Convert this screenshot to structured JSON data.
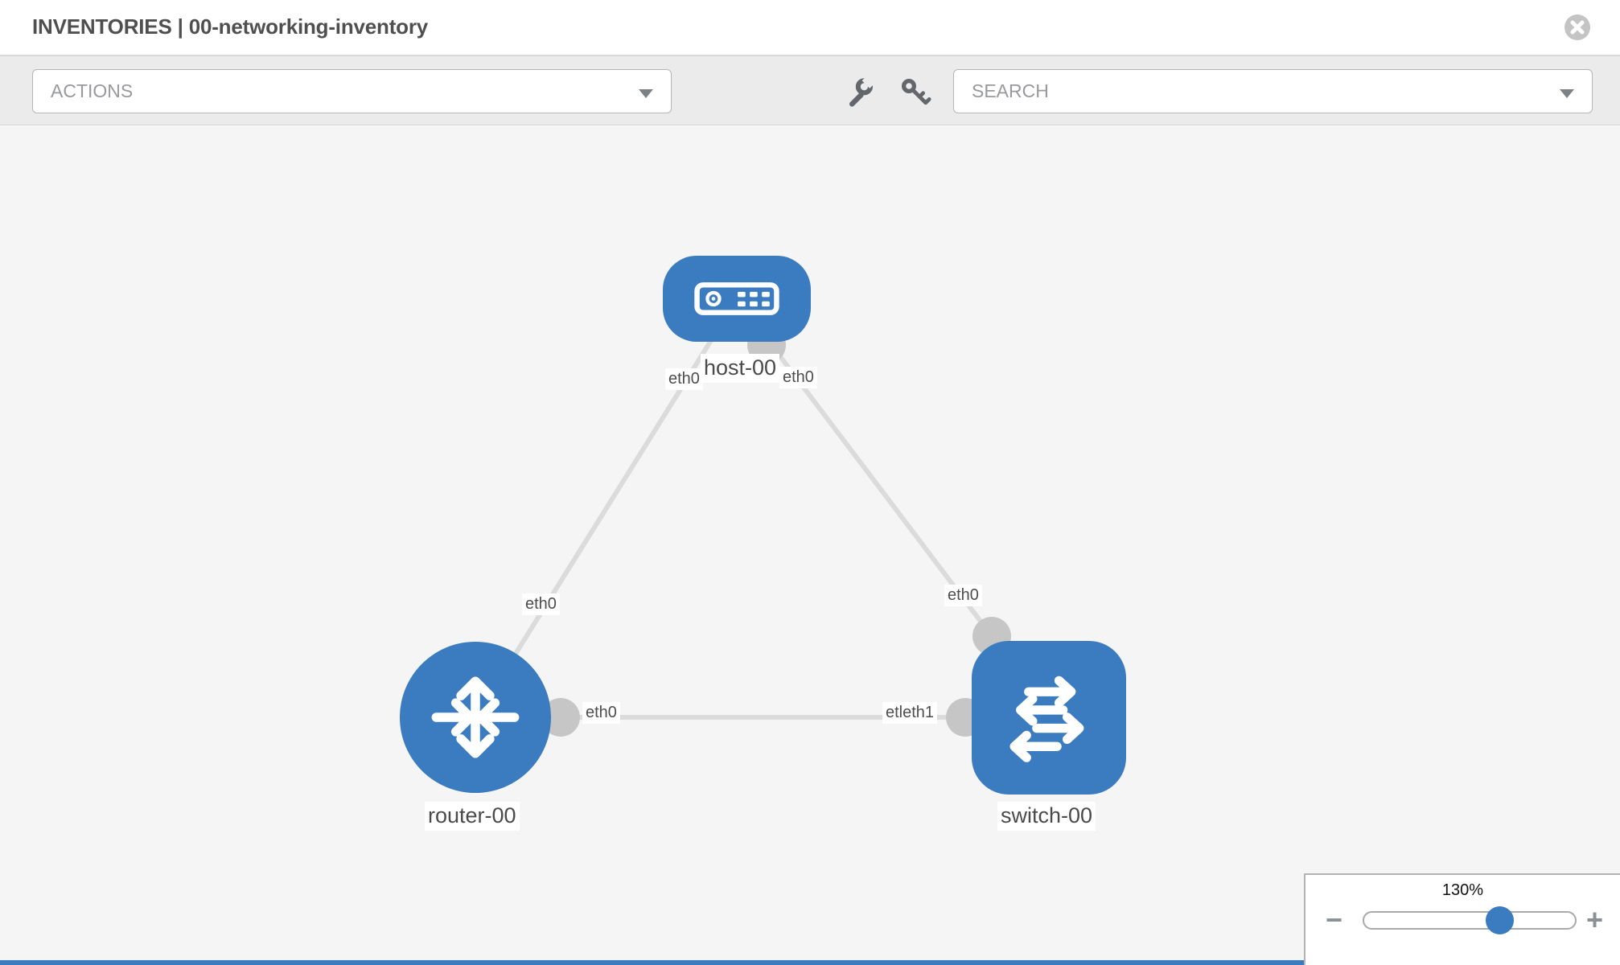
{
  "header": {
    "title": "INVENTORIES | 00-networking-inventory"
  },
  "toolbar": {
    "actions_label": "ACTIONS",
    "search_placeholder": "SEARCH",
    "icons": [
      "wrench-icon",
      "key-icon"
    ]
  },
  "topology": {
    "nodes": [
      {
        "label": "host-00",
        "type": "host"
      },
      {
        "label": "router-00",
        "type": "router"
      },
      {
        "label": "switch-00",
        "type": "switch"
      }
    ],
    "links": [
      {
        "from": "host-00",
        "to": "router-00"
      },
      {
        "from": "host-00",
        "to": "switch-00"
      },
      {
        "from": "router-00",
        "to": "switch-00"
      }
    ],
    "interface_labels": [
      "eth0",
      "eth0",
      "eth0",
      "eth0",
      "eth0",
      "etleth1"
    ]
  },
  "zoom_control": {
    "level": "130%",
    "zoom_out": "−",
    "zoom_in": "+"
  },
  "colors": {
    "node_blue": "#3a7cbf",
    "edge_gray": "#dbdbdb",
    "port_gray": "#c6c6c6",
    "canvas_gray": "#f5f5f5",
    "toolbar_gray": "#ebebeb",
    "accent_bar": "#3a7cbf"
  }
}
